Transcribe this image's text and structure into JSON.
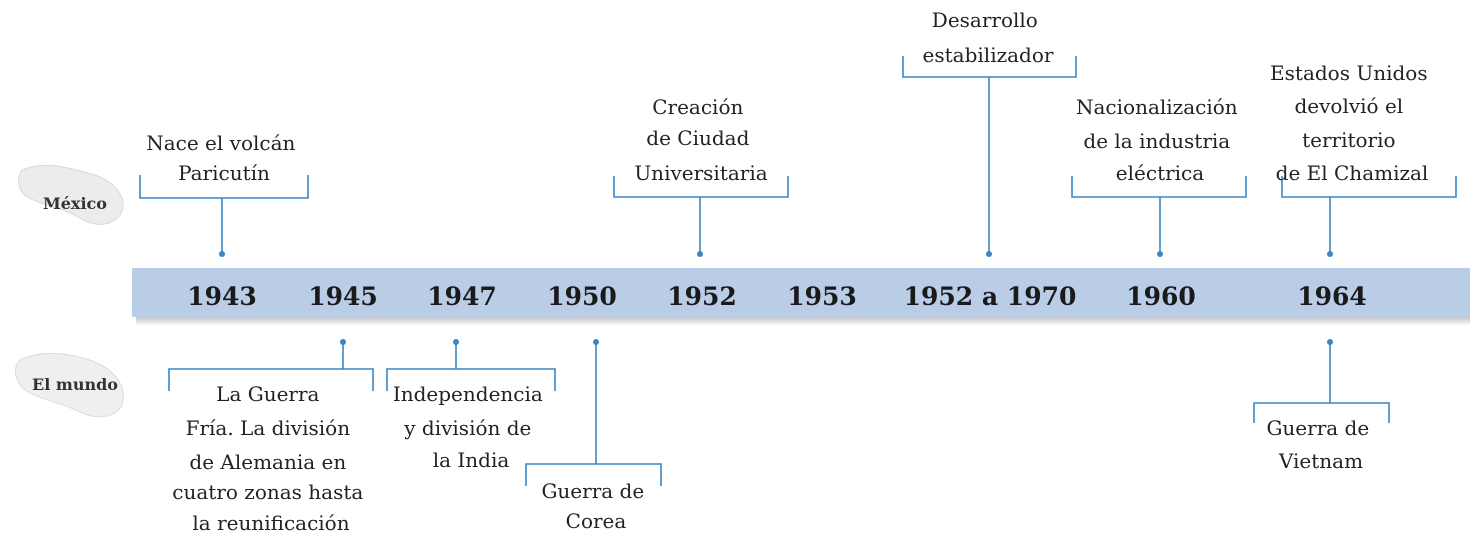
{
  "rows": {
    "top": "México",
    "bottom": "El mundo"
  },
  "colors": {
    "band": "#b9cde6",
    "line": "#3a86c4"
  },
  "years": [
    "1943",
    "1945",
    "1947",
    "1950",
    "1952",
    "1953",
    "1952 a 1970",
    "1960",
    "1964"
  ],
  "mexico_events": [
    {
      "year": "1943",
      "lines": [
        "Nace el volcán",
        "Paricutín"
      ]
    },
    {
      "year": "1952",
      "lines": [
        "Creación",
        "de Ciudad",
        "Universitaria"
      ]
    },
    {
      "year": "1952 a 1970",
      "lines": [
        "Desarrollo",
        "estabilizador"
      ]
    },
    {
      "year": "1960",
      "lines": [
        "Nacionalización",
        "de la industria",
        "eléctrica"
      ]
    },
    {
      "year": "1964",
      "lines": [
        "Estados Unidos",
        "devolvió el",
        "territorio",
        "de El Chamizal"
      ]
    }
  ],
  "world_events": [
    {
      "year": "1945",
      "lines": [
        "La Guerra",
        "Fría. La división",
        "de Alemania en",
        "cuatro zonas hasta",
        "la reunificación"
      ]
    },
    {
      "year": "1947",
      "lines": [
        "Independencia",
        "y división de",
        "la India"
      ]
    },
    {
      "year": "1950",
      "lines": [
        "Guerra de",
        "Corea"
      ]
    },
    {
      "year": "1964",
      "lines": [
        "Guerra de",
        "Vietnam"
      ]
    }
  ]
}
